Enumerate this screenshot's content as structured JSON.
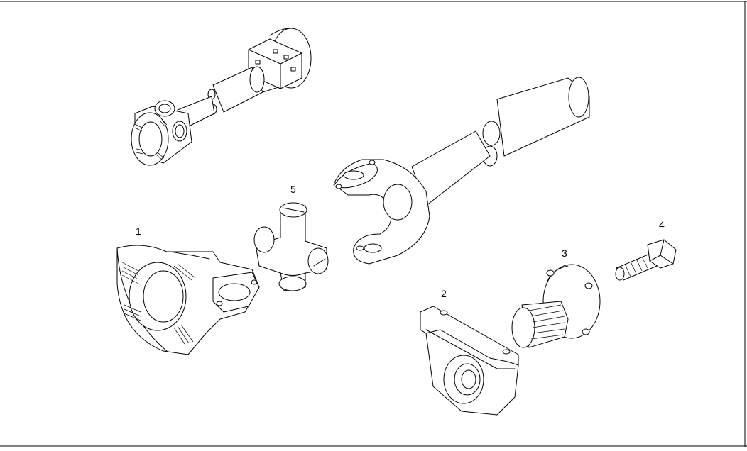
{
  "labels": {
    "part1": "1",
    "part2": "2",
    "part3": "3",
    "part4": "4",
    "part5": "5"
  },
  "colors": {
    "ink": "#000000",
    "paper": "#ffffff"
  }
}
